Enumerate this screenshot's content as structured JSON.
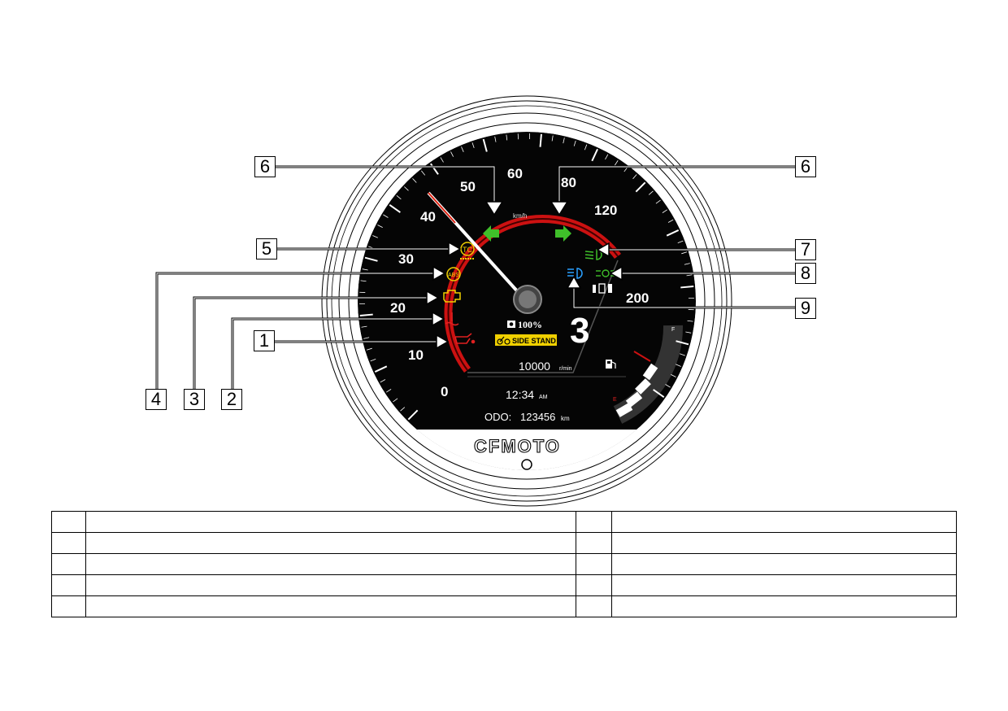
{
  "dashboard": {
    "brand": "CFMOTO",
    "speed_unit": "km/h",
    "speed_ticks": [
      "0",
      "10",
      "20",
      "30",
      "40",
      "50",
      "60",
      "80",
      "120",
      "200"
    ],
    "gear": "3",
    "battery_percent": "100%",
    "side_stand_text": "SIDE STAND",
    "rpm_value": "10000",
    "rpm_unit": "r/min",
    "clock_time": "12:34",
    "clock_ampm": "AM",
    "odo_label": "ODO:",
    "odo_value": "123456",
    "odo_unit": "km",
    "fuel_full": "F",
    "fuel_empty": "E",
    "colors": {
      "indicator_green": "#3fbf2a",
      "warning_yellow": "#f0d000",
      "warning_red": "#e02020",
      "high_beam_blue": "#2aa0ff",
      "ring_red": "#cc1111"
    },
    "icons": [
      "oil-pressure-icon",
      "coolant-temp-icon",
      "engine-check-icon",
      "abs-icon",
      "traction-control-icon",
      "turn-left-icon",
      "turn-right-icon",
      "low-beam-icon",
      "position-light-icon",
      "high-beam-icon",
      "fuel-pump-icon",
      "camera-icon",
      "side-stand-icon"
    ]
  },
  "callouts": {
    "c1": "1",
    "c2": "2",
    "c3": "3",
    "c4": "4",
    "c5": "5",
    "c6a": "6",
    "c6b": "6",
    "c7": "7",
    "c8": "8",
    "c9": "9"
  },
  "legend_rows": [
    {
      "left_num": "",
      "left_text": "",
      "right_num": "",
      "right_text": ""
    },
    {
      "left_num": "",
      "left_text": "",
      "right_num": "",
      "right_text": ""
    },
    {
      "left_num": "",
      "left_text": "",
      "right_num": "",
      "right_text": ""
    },
    {
      "left_num": "",
      "left_text": "",
      "right_num": "",
      "right_text": ""
    },
    {
      "left_num": "",
      "left_text": "",
      "right_num": "",
      "right_text": ""
    }
  ]
}
